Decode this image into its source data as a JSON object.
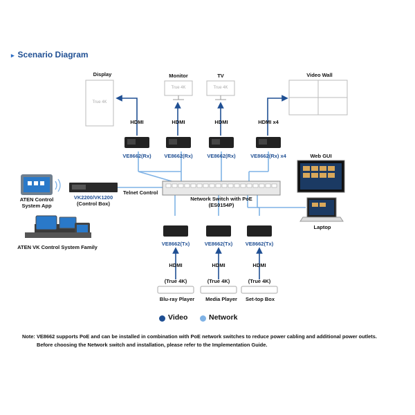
{
  "title": "Scenario Diagram",
  "displays": {
    "display": {
      "label": "Display",
      "screen_text": "True 4K"
    },
    "monitor": {
      "label": "Monitor",
      "screen_text": "True 4K"
    },
    "tv": {
      "label": "TV",
      "screen_text": "True 4K"
    },
    "videowall": {
      "label": "Video Wall"
    }
  },
  "hdmi_top": [
    "HDMI",
    "HDMI",
    "HDMI",
    "HDMI x4"
  ],
  "receivers": [
    "VE8662(Rx)",
    "VE8662(Rx)",
    "VE8662(Rx)",
    "VE8662(Rx) x4"
  ],
  "app": {
    "label_line1": "ATEN Control",
    "label_line2": "System App"
  },
  "control_box": {
    "model": "VK2200/VK1200",
    "sub": "(Control Box)"
  },
  "telnet": "Telnet Control",
  "family": "ATEN VK Control System Family",
  "switch": {
    "line1": "Network Switch with PoE",
    "line2": "(ES0154P)"
  },
  "web_gui": "Web GUI",
  "laptop": "Laptop",
  "transmitters": [
    "VE8662(Tx)",
    "VE8662(Tx)",
    "VE8662(Tx)"
  ],
  "hdmi_bottom": [
    "HDMI",
    "HDMI",
    "HDMI"
  ],
  "true4k": [
    "(True 4K)",
    "(True 4K)",
    "(True 4K)"
  ],
  "sources": [
    "Blu-ray Player",
    "Media Player",
    "Set-top Box"
  ],
  "legend": {
    "video": "Video",
    "network": "Network",
    "video_color": "#1f4f93",
    "network_color": "#7fb2e5"
  },
  "note": {
    "line1": "Note: VE8662 supports PoE and can be installed in combination with PoE network switches to reduce power cabling and additional power outlets.",
    "line2": "Before choosing the Network switch and installation, please refer to the Implementation Guide."
  }
}
